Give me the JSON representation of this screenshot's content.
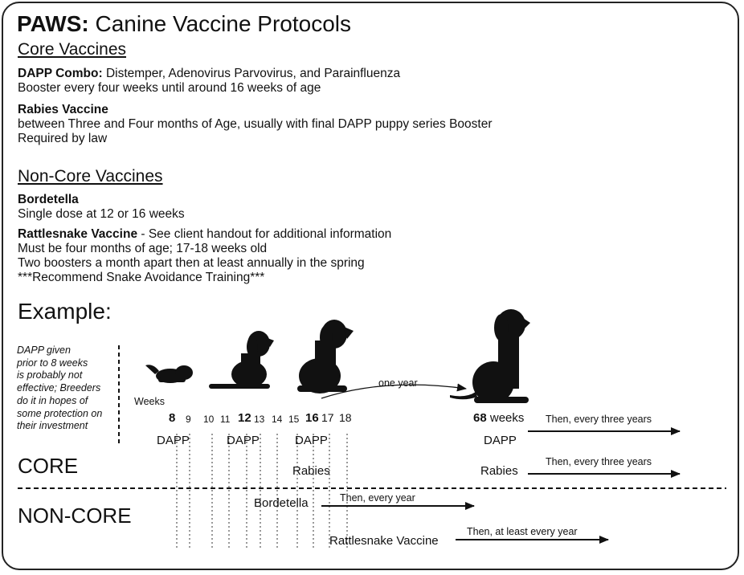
{
  "title": {
    "brand": "PAWS:",
    "rest": " Canine Vaccine Protocols"
  },
  "core": {
    "heading": "Core Vaccines",
    "dapp_label": "DAPP Combo:",
    "dapp_desc": " Distemper, Adenovirus Parvovirus, and Parainfluenza",
    "dapp_line2": "Booster every four weeks until around 16 weeks of age",
    "rabies_label": "Rabies Vaccine",
    "rabies_line1": "between Three and Four months of Age, usually with final DAPP puppy series Booster",
    "rabies_line2": "Required by law"
  },
  "noncore": {
    "heading": "Non-Core Vaccines",
    "bord_label": "Bordetella",
    "bord_line1": "Single dose at 12 or 16 weeks",
    "rattle_label": "Rattlesnake Vaccine",
    "rattle_desc": " - See client handout for additional information",
    "rattle_line2": "Must be four months of age; 17-18 weeks old",
    "rattle_line3": "Two boosters a month apart then at least annually in the spring",
    "rattle_line4": "***Recommend Snake Avoidance Training***"
  },
  "example": {
    "title": "Example:",
    "note": [
      "DAPP given",
      "prior to 8 weeks",
      "is probably not",
      "effective; Breeders",
      "do it in hopes of",
      "some protection on",
      "their investment"
    ],
    "weeks_label": "Weeks",
    "week_numbers": [
      "8",
      "9",
      "10",
      "11",
      "12",
      "13",
      "14",
      "15",
      "16",
      "17",
      "18"
    ],
    "week68": "68",
    "weeks_word": "weeks",
    "one_year": "one year",
    "dapp": "DAPP",
    "rabies": "Rabies",
    "bordetella": "Bordetella",
    "rattlesnake": "Rattlesnake Vaccine",
    "every_three_years": "Then, every three years",
    "every_year": "Then, every year",
    "at_least_every_year": "Then, at least every year",
    "core_label": "CORE",
    "noncore_label": "NON-CORE"
  }
}
